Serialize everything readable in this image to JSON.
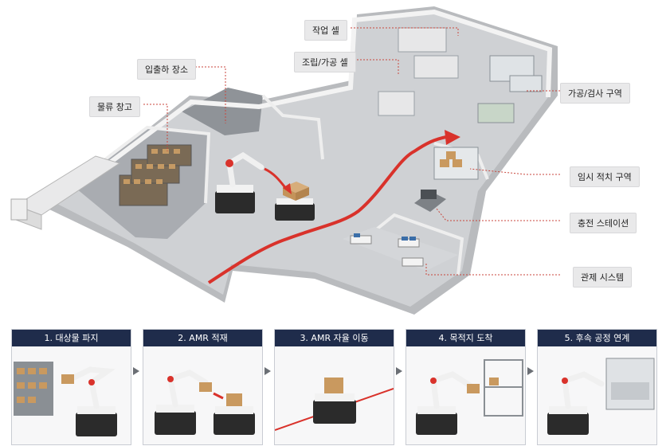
{
  "callouts": {
    "work_cell": "작업 셀",
    "assembly_cell": "조립/가공 셀",
    "inbound_outbound": "입출하 장소",
    "logistics_warehouse": "물류 창고",
    "processing_inspection": "가공/검사 구역",
    "temp_storage": "임시 적치 구역",
    "charging_station": "충전 스테이션",
    "control_system": "관제 시스템"
  },
  "steps": [
    {
      "label": "1. 대상물 파지"
    },
    {
      "label": "2. AMR 적재"
    },
    {
      "label": "3. AMR 자율 이동"
    },
    {
      "label": "4. 목적지 도착"
    },
    {
      "label": "5. 후속 공정 연계"
    }
  ],
  "colors": {
    "route_red": "#d9322b",
    "header_navy": "#1f2c4b",
    "leader_red": "#c8463c",
    "floor_gray": "#cfd1d4",
    "wall_white": "#f3f3f3"
  }
}
